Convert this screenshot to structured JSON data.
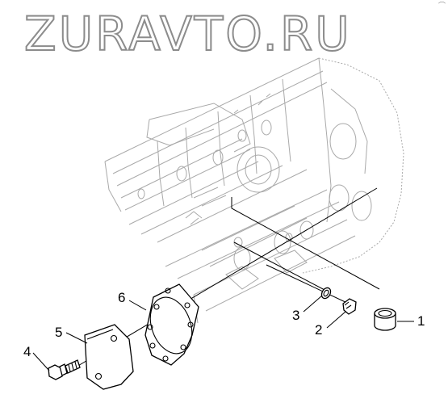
{
  "watermark": {
    "text": "ZURAVTO.RU"
  },
  "corner_mark": {
    "text": "⌒"
  },
  "callouts": [
    {
      "id": "1",
      "part": "plug"
    },
    {
      "id": "2",
      "part": "screw-plug"
    },
    {
      "id": "3",
      "part": "o-ring"
    },
    {
      "id": "4",
      "part": "bolt"
    },
    {
      "id": "5",
      "part": "cover-plate"
    },
    {
      "id": "6",
      "part": "gasket"
    }
  ],
  "colors": {
    "line": "#000000",
    "ghost": "#a9a9a9",
    "watermark_stroke": "#8c8c8c"
  }
}
